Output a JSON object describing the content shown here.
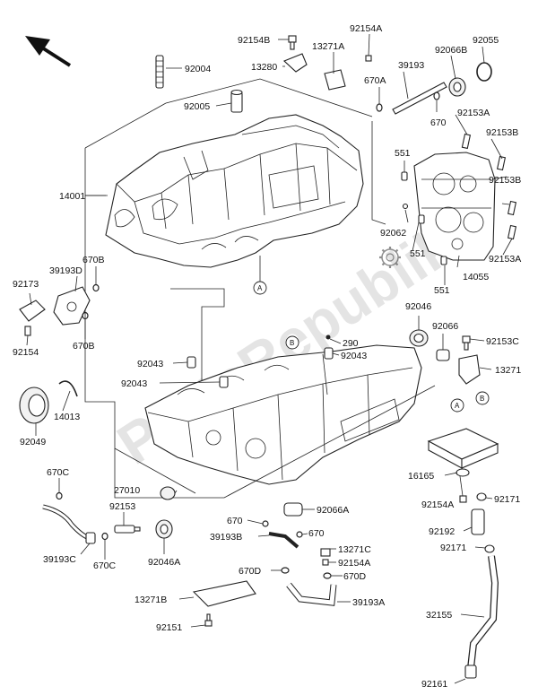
{
  "watermark": "PartsRepublik",
  "callout_a": "A",
  "callout_b": "B",
  "part_labels": {
    "p92004": "92004",
    "p92154B": "92154B",
    "p13280": "13280",
    "p13271A": "13271A",
    "p92154A_top": "92154A",
    "p39193": "39193",
    "p92066B": "92066B",
    "p92055": "92055",
    "p670A": "670A",
    "p92005": "92005",
    "p670": "670",
    "p92153A_top": "92153A",
    "p92153B_1": "92153B",
    "p92153B_2": "92153B",
    "p551_top": "551",
    "p14001": "14001",
    "p92062": "92062",
    "p551_mid": "551",
    "p92153A_bot": "92153A",
    "p14055": "14055",
    "p551_bot": "551",
    "p92173": "92173",
    "p39193D": "39193D",
    "p670B_top": "670B",
    "p92154": "92154",
    "p670B_bot": "670B",
    "p92046": "92046",
    "p92066": "92066",
    "p290": "290",
    "p92043_r": "92043",
    "p92043_l1": "92043",
    "p92043_l2": "92043",
    "p92153C": "92153C",
    "p13271": "13271",
    "p14013": "14013",
    "p92049": "92049",
    "p670C_top": "670C",
    "p27010": "27010",
    "p92153": "92153",
    "p39193C": "39193C",
    "p670C_bot": "670C",
    "p92046A": "92046A",
    "p92066A": "92066A",
    "p670_low": "670",
    "p39193B": "39193B",
    "p670_low2": "670",
    "p13271C": "13271C",
    "p92154A_low": "92154A",
    "p670D_1": "670D",
    "p670D_2": "670D",
    "p39193A": "39193A",
    "p13271B": "13271B",
    "p92151": "92151",
    "p16165": "16165",
    "p92154A_r": "92154A",
    "p92171_1": "92171",
    "p92192": "92192",
    "p92171_2": "92171",
    "p32155": "32155",
    "p92161": "92161"
  }
}
